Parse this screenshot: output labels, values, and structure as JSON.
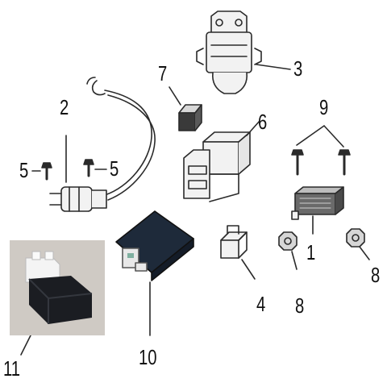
{
  "callouts": {
    "c1": "1",
    "c2": "2",
    "c3": "3",
    "c4": "4",
    "c5a": "5",
    "c5b": "5",
    "c6": "6",
    "c7": "7",
    "c8a": "8",
    "c8b": "8",
    "c9": "9",
    "c10": "10",
    "c11": "11"
  },
  "colors": {
    "line": "#2a2a2a",
    "part_fill": "#f2f2f2",
    "dark_module": "#1e2a3a",
    "photo_bg": "#cfcac4",
    "black_relay": "#1b1d22"
  },
  "parts": {
    "p1": "regulator-rectifier",
    "p2": "ignition-coil-with-lead",
    "p3": "starter-relay",
    "p4": "relay-socket",
    "p5": "coil-bolt",
    "p6": "relay-with-socket",
    "p7": "fuse",
    "p8": "flange-nut",
    "p9": "bolt",
    "p10": "cdi-unit",
    "p11": "flasher-relay"
  }
}
